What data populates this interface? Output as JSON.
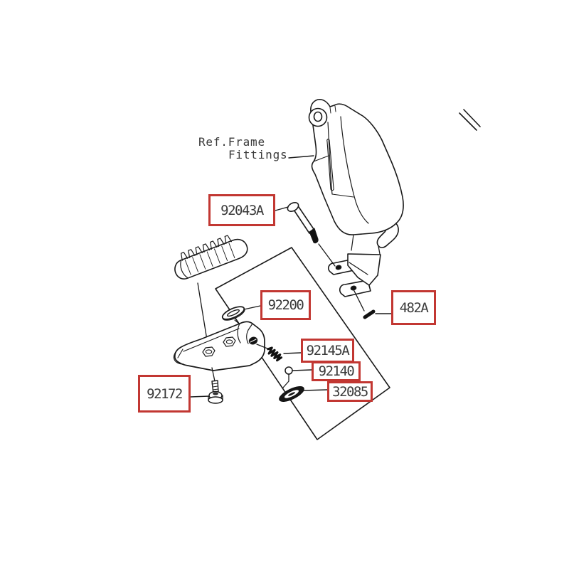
{
  "diagram": {
    "reference_note": {
      "line1": "Ref.Frame",
      "line2": "Fittings"
    },
    "part_labels": [
      {
        "text": "92043A"
      },
      {
        "text": "92200"
      },
      {
        "text": "482A"
      },
      {
        "text": "92145A"
      },
      {
        "text": "92140"
      },
      {
        "text": "32085"
      },
      {
        "text": "92172"
      }
    ],
    "colors": {
      "highlight_box_border": "#c23732",
      "line_art": "#1a1a1a",
      "label_text": "#3a3a3a",
      "background": "#ffffff"
    }
  }
}
